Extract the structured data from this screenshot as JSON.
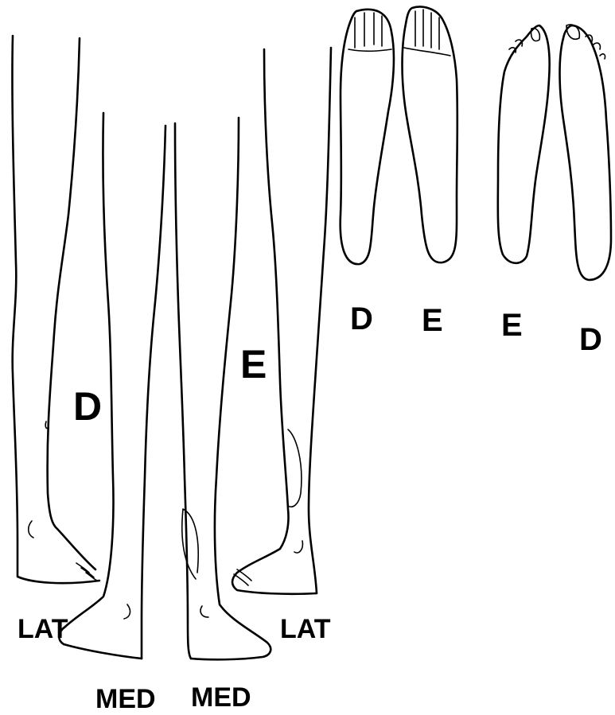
{
  "labels": {
    "right_leg": "D",
    "left_leg": "E",
    "lat_left": "LAT",
    "lat_right": "LAT",
    "med_left": "MED",
    "med_right": "MED",
    "sole1": "D",
    "sole2": "E",
    "sole3": "E",
    "sole4": "D"
  }
}
